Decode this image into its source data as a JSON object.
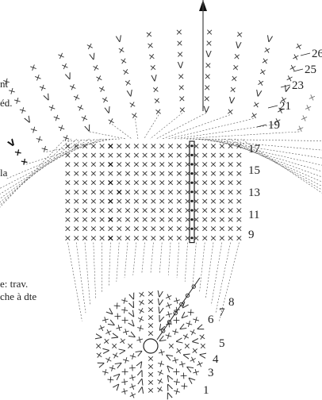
{
  "margin_notes": [
    {
      "id": "note-1",
      "text": "nt"
    },
    {
      "id": "note-2",
      "text": "éd."
    },
    {
      "id": "note-3",
      "text": "la"
    },
    {
      "id": "note-4",
      "text": "e: trav."
    },
    {
      "id": "note-5",
      "text": "che à dte"
    }
  ],
  "row_numbers": [
    {
      "label": "1"
    },
    {
      "label": "3"
    },
    {
      "label": "4"
    },
    {
      "label": "5"
    },
    {
      "label": "6"
    },
    {
      "label": "7"
    },
    {
      "label": "8"
    },
    {
      "label": "9"
    },
    {
      "label": "11"
    },
    {
      "label": "13"
    },
    {
      "label": "15"
    },
    {
      "label": "17"
    },
    {
      "label": "19"
    },
    {
      "label": "21"
    },
    {
      "label": "23"
    },
    {
      "label": "25"
    },
    {
      "label": "26"
    }
  ],
  "symbols": {
    "single_crochet": "×",
    "increase": "V",
    "chain_dot": "•",
    "slip_stitch": "+"
  },
  "colors": {
    "ink": "#222222",
    "highlight": "#888888",
    "dark_stitch": "#111111",
    "background": "#ffffff"
  }
}
